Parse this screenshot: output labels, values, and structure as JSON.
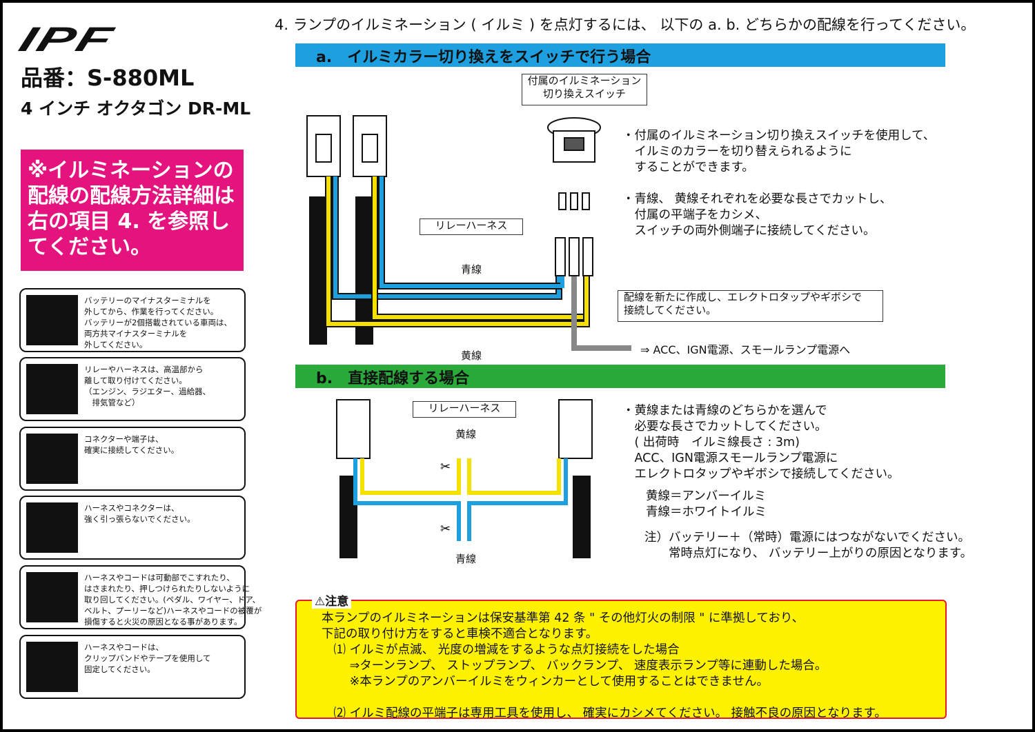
{
  "brand": "IPF",
  "part_number": "品番：S-880ML",
  "model": "4 インチ オクタゴン DR-ML",
  "pink_notice": "※イルミネーションの配線の配線方法詳細は右の項目 4. を参照してください。",
  "warnings": [
    {
      "icon": "battery-icon",
      "text": "バッテリーのマイナスターミナルを\n外してから、作業を行ってください。\nバッテリーが2個搭載されている車両は、\n両方共マイナスターミナルを\n外してください。"
    },
    {
      "icon": "engine-icon",
      "text": "リレーやハーネスは、高温部から\n離して取り付けてください。\n（エンジン、ラジエター、過給器、\n　排気管など）"
    },
    {
      "icon": "connector-icon",
      "text": "コネクターや端子は、\n確実に接続してください。"
    },
    {
      "icon": "no-pull-icon",
      "text": "ハーネスやコネクターは、\n強く引っ張らないでください。"
    },
    {
      "icon": "pinch-icon",
      "text": "ハーネスやコードは可動部でこすれたり、\nはさまれたり、押しつけられたりしないように\n取り回してください。(ペダル、ワイヤー、ドア、\nベルト、プーリーなど)ハーネスやコードの被覆が\n損傷すると火災の原因となる事があります。"
    },
    {
      "icon": "clip-band-icon",
      "text": "ハーネスやコードは、\nクリップバンドやテープを使用して\n固定してください。"
    }
  ],
  "section_title": "4.  ランプのイルミネーション ( イルミ ) を点灯するには、 以下の a. b. どちらかの配線を行ってください。",
  "a": {
    "title": "a.　イルミカラー切り換えをスイッチで行う場合",
    "switch_label": "付属のイルミネーション\n切り換えスイッチ",
    "relay_label": "リレーハーネス",
    "blue_label": "青線",
    "yellow_label": "黄線",
    "new_wire_note": "配線を新たに作成し、エレクトロタップやギボシで\n接続してください。",
    "acc_label": "⇒ ACC、IGN電源、スモールランプ電源へ",
    "notes": [
      "・付属のイルミネーション切り換えスイッチを使用して、\n　イルミのカラーを切り替えられるように\n　することができます。",
      "・青線、 黄線それぞれを必要な長さでカットし、\n　付属の平端子をカシメ、\n　スイッチの両外側端子に接続してください。"
    ]
  },
  "b": {
    "title": "b.　直接配線する場合",
    "relay_label": "リレーハーネス",
    "yellow_label": "黄線",
    "blue_label": "青線",
    "notes": "・黄線または青線のどちらかを選んで\n　必要な長さでカットしてください。\n　( 出荷時　イルミ線長さ : 3m)\n　ACC、IGN電源スモールランプ電源に\n　エレクトロタップやギボシで接続してください。",
    "colors": "黄線＝アンバーイルミ\n青線＝ホワイトイルミ",
    "caution": "注）バッテリー＋（常時）電源にはつながないでください。\n　　常時点灯になり、 バッテリー上がりの原因となります。"
  },
  "caution": {
    "title": "⚠注意",
    "body": "本ランプのイルミネーションは保安基準第 42 条 \" その他灯火の制限 \" に準拠しており、\n下記の取り付け方をすると車検不適合となります。\n　⑴ イルミが点滅、 光度の増減をするような点灯接続をした場合\n　　 ⇒ターンランプ、 ストップランプ、 バックランプ、 速度表示ランプ等に連動した場合。\n　　 ※本ランプのアンバーイルミをウィンカーとして使用することはできません。\n\n　⑵ イルミ配線の平端子は専用工具を使用し、 確実にカシメてください。 接触不良の原因となります。"
  },
  "colors": {
    "pink": "#e4137d",
    "blue_bar": "#1ea0e0",
    "green_bar": "#2aaa3a",
    "caution_bg": "#fff200",
    "caution_border": "#e61a2b",
    "wire_blue": "#1ea0e0",
    "wire_yellow": "#f5e000"
  }
}
